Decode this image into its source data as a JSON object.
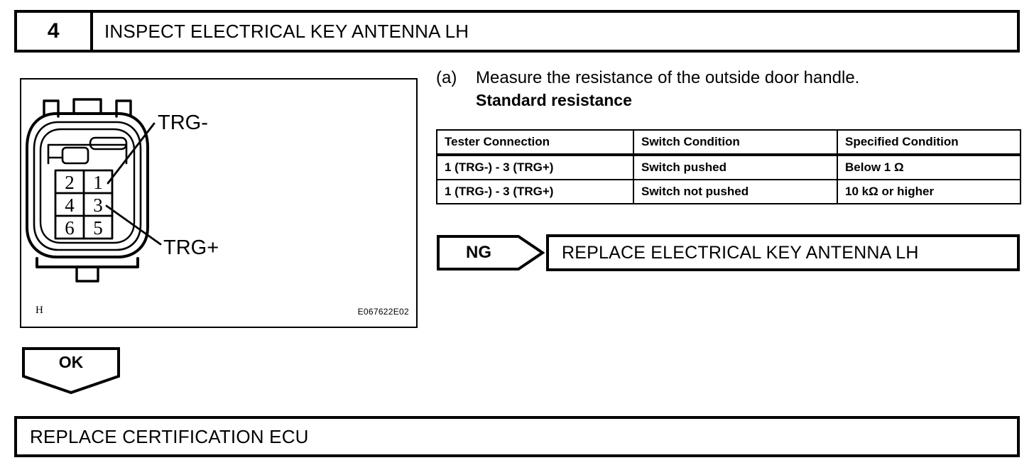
{
  "step": {
    "number": "4",
    "title": "INSPECT ELECTRICAL KEY ANTENNA LH"
  },
  "instruction": {
    "marker": "(a)",
    "text": "Measure the resistance of the outside door handle.",
    "standard_label": "Standard resistance"
  },
  "spec_table": {
    "headers": [
      "Tester Connection",
      "Switch Condition",
      "Specified Condition"
    ],
    "rows": [
      [
        "1 (TRG-) - 3 (TRG+)",
        "Switch pushed",
        "Below 1 Ω"
      ],
      [
        "1 (TRG-) - 3 (TRG+)",
        "Switch not pushed",
        "10 kΩ or higher"
      ]
    ]
  },
  "figure": {
    "corner_label": "H",
    "figure_id": "E067622E02",
    "connector": {
      "pins": [
        "2",
        "1",
        "4",
        "3",
        "6",
        "5"
      ],
      "callouts": [
        {
          "label": "TRG-",
          "pin": "1"
        },
        {
          "label": "TRG+",
          "pin": "3"
        }
      ]
    }
  },
  "branches": {
    "ng": {
      "label": "NG",
      "result": "REPLACE ELECTRICAL KEY ANTENNA LH"
    },
    "ok": {
      "label": "OK"
    }
  },
  "final_action": {
    "text": "REPLACE CERTIFICATION ECU"
  }
}
